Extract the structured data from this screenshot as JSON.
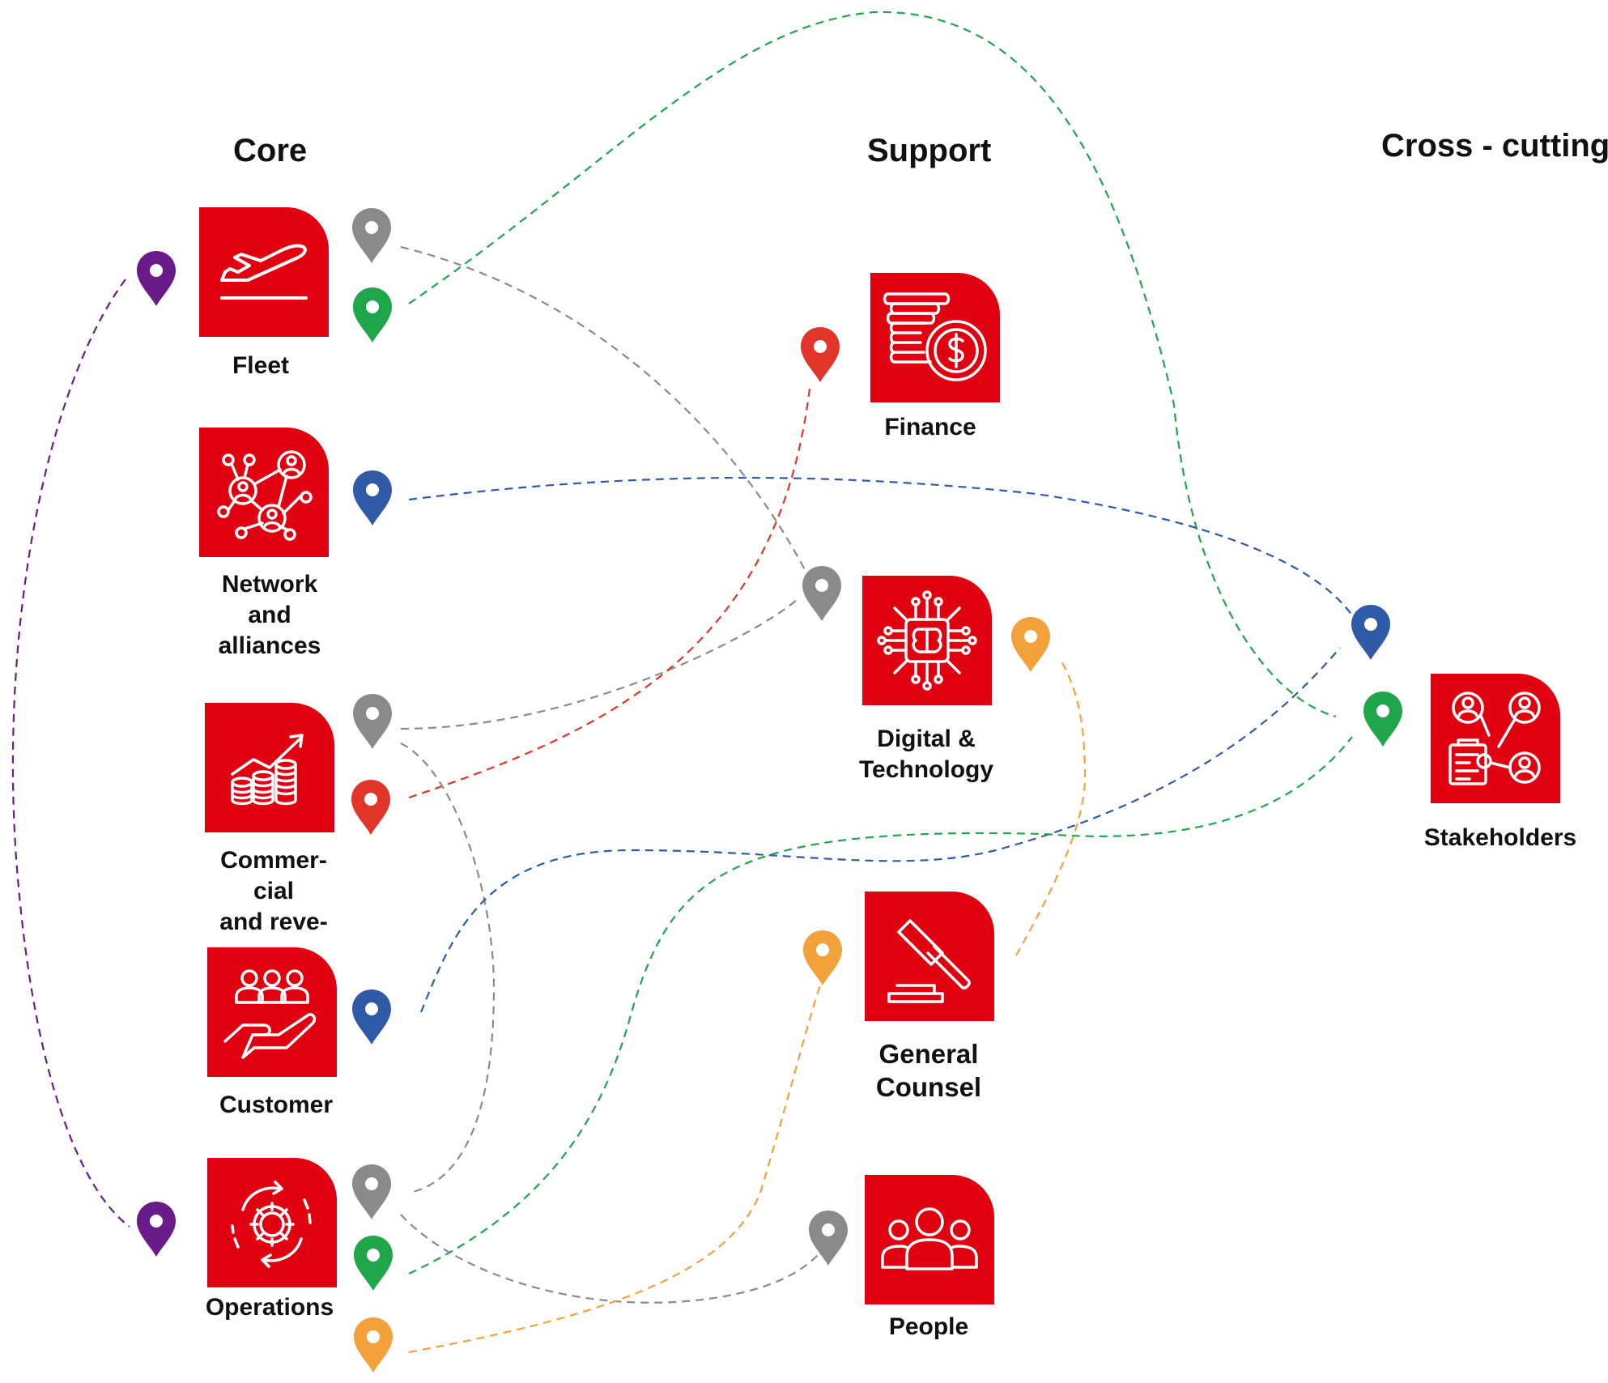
{
  "columns": {
    "core": "Core",
    "support": "Support",
    "cross_cutting": "Cross - cutting"
  },
  "nodes": {
    "fleet": {
      "label": "Fleet",
      "icon": "airplane-icon"
    },
    "network": {
      "label": "Network\nand\nalliances",
      "icon": "network-people-icon"
    },
    "commercial": {
      "label": "Commer-\ncial\nand reve-",
      "icon": "growth-coins-icon"
    },
    "customer": {
      "label": "Customer",
      "icon": "hand-people-icon"
    },
    "operations": {
      "label": "Operations",
      "icon": "gear-cycle-icon"
    },
    "finance": {
      "label": "Finance",
      "icon": "coins-dollar-icon"
    },
    "digital": {
      "label": "Digital &\nTechnology",
      "icon": "brain-chip-icon"
    },
    "counsel": {
      "label": "General\nCounsel",
      "icon": "gavel-icon"
    },
    "people": {
      "label": "People",
      "icon": "people-group-icon"
    },
    "stakeholders": {
      "label": "Stakeholders",
      "icon": "stakeholders-icon"
    }
  },
  "colors": {
    "tile": "#e1000f",
    "purple": "#6a1b8a",
    "gray": "#8a8a8a",
    "green": "#1fa54a",
    "blue": "#2e5aa8",
    "red": "#e1352a",
    "orange": "#f3a13b"
  }
}
